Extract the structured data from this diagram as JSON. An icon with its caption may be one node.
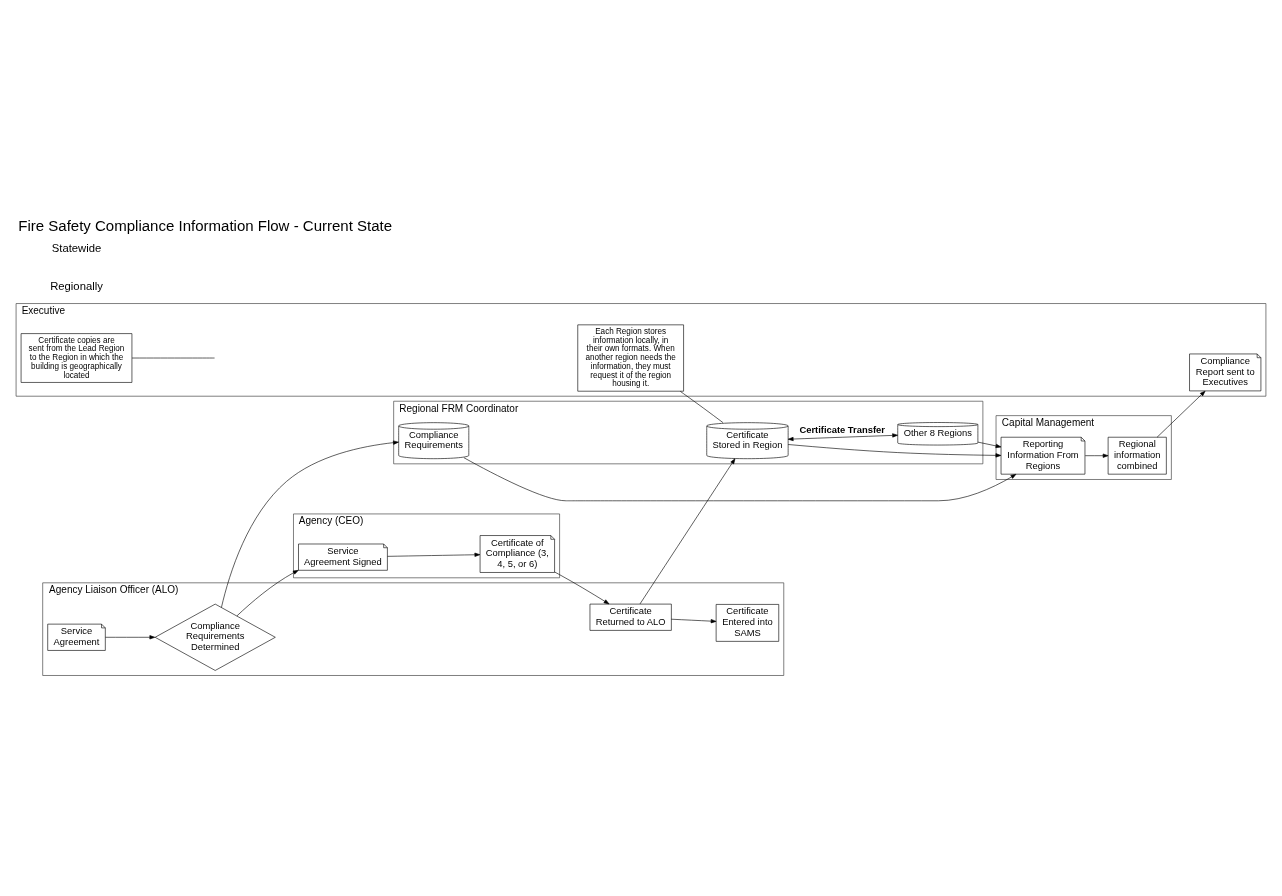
{
  "diagram": {
    "title": "Fire Safety Compliance Information Flow - Current State",
    "nodes": [
      {
        "text": [
          "Executive"
        ]
      },
      {
        "text": [
          "Capital Management"
        ]
      },
      {
        "text": [
          "Regional FRM Coordinator"
        ]
      },
      {
        "text": [
          "Agency Liaison Officer (ALO)"
        ]
      },
      {
        "text": [
          "Agency (CEO)"
        ]
      },
      {
        "text": [
          "Each Region stores information locally, in their own formats. When another region needs the information, they must request it of the region housing it."
        ],
        "in": 0
      },
      {
        "text": [
          "Certificate copies are sent from the Lead Region to the Region in which the building is geographically located"
        ],
        "in": 0
      },
      {
        "text": [
          "Compliance Report sent to Executives"
        ],
        "in": 0
      },
      {
        "text": [
          "Reporting Information From Regions"
        ],
        "in": 1
      },
      {
        "text": [
          "Regional information combined"
        ],
        "in": 1
      },
      {
        "text": [
          "Compliance Requirements"
        ],
        "in": 2
      },
      {
        "text": [
          "Certificate Stored in Region"
        ],
        "in": 2
      },
      {
        "text": [
          "Other 8 Regions"
        ],
        "in": 2
      },
      {
        "text": [
          "Service Agreement"
        ],
        "in": 3
      },
      {
        "text": [
          "Compliance Requirements Determined"
        ],
        "in": 3
      },
      {
        "text": [
          "Certificate Returned to ALO"
        ],
        "in": 3
      },
      {
        "text": [
          "Certificate Entered into SAMS"
        ],
        "in": 3
      },
      {
        "text": [
          "Service Agreement Signed"
        ],
        "in": 4
      },
      {
        "text": [
          "Certificate of Compliance (3, 4, 5, or 6)"
        ],
        "in": 4
      }
    ],
    "edges": [
      {
        "from": 13,
        "to": 14,
        "arrow": "to"
      },
      {
        "from": 14,
        "to": 10,
        "arrow": "to"
      },
      {
        "from": 14,
        "to": 17,
        "arrow": "to"
      },
      {
        "from": 17,
        "to": 18,
        "arrow": "to"
      },
      {
        "from": 18,
        "to": 15,
        "arrow": "to"
      },
      {
        "from": 15,
        "to": 11,
        "arrow": "to"
      },
      {
        "from": 15,
        "to": 16,
        "arrow": "to"
      },
      {
        "from": 11,
        "to": 12,
        "arrow": "both",
        "label": "Certificate Transfer"
      },
      {
        "from": 10,
        "to": 8,
        "arrow": "to"
      },
      {
        "from": 11,
        "to": 8,
        "arrow": "to"
      },
      {
        "from": 12,
        "to": 8,
        "arrow": "to"
      },
      {
        "from": 8,
        "to": 9,
        "arrow": "to"
      },
      {
        "from": 9,
        "to": 7,
        "arrow": "to"
      },
      {
        "from": 5,
        "to": 11,
        "arrow": "none"
      },
      {
        "from": 6,
        "to": null,
        "arrow": "none"
      }
    ],
    "labels": [
      "Regionally",
      "Statewide"
    ]
  }
}
